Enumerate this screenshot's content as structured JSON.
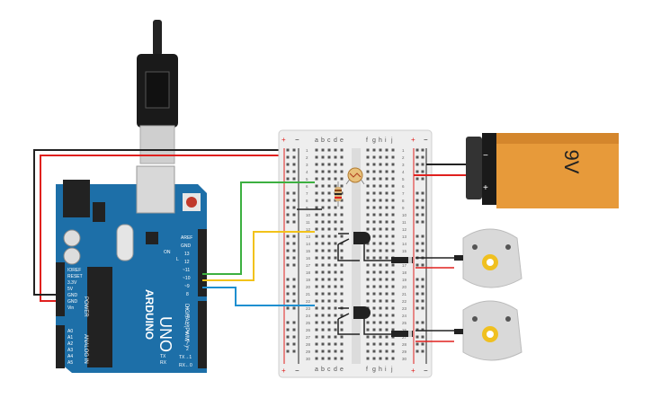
{
  "battery": {
    "label": "9V",
    "minus": "−",
    "plus": "+"
  },
  "arduino": {
    "brand": "ARDUINO",
    "model": "UNO",
    "power_header_title": "POWER",
    "analog_header_title": "ANALOG IN",
    "digital_header_title": "DIGITAL (PWM ~)",
    "on_label": "ON",
    "tx_label": "TX",
    "rx_label": "RX",
    "l_label": "L",
    "power_pins": [
      "IOREF",
      "RESET",
      "3.3V",
      "5V",
      "GND",
      "GND",
      "Vin"
    ],
    "analog_pins": [
      "A0",
      "A1",
      "A2",
      "A3",
      "A4",
      "A5"
    ],
    "digital_pins_top": [
      "AREF",
      "GND",
      "13",
      "12",
      "~11",
      "~10",
      "~9",
      "8"
    ],
    "digital_pins_bottom": [
      "7",
      "~6",
      "~5",
      "4",
      "~3",
      "2",
      "TX→1",
      "RX←0"
    ]
  },
  "breadboard": {
    "rail_minus": "−",
    "rail_plus": "+",
    "columns_left": [
      "a",
      "b",
      "c",
      "d",
      "e"
    ],
    "columns_right": [
      "f",
      "g",
      "h",
      "i",
      "j"
    ],
    "row_numbers": [
      "1",
      "2",
      "3",
      "4",
      "5",
      "6",
      "7",
      "8",
      "9",
      "10",
      "11",
      "12",
      "13",
      "14",
      "15",
      "16",
      "17",
      "18",
      "19",
      "20",
      "21",
      "22",
      "23",
      "24",
      "25",
      "26",
      "27",
      "28",
      "29",
      "30"
    ]
  },
  "colors": {
    "wire_red": "#e0201e",
    "wire_black": "#222222",
    "wire_green": "#3cb040",
    "wire_yellow": "#f2c21a",
    "wire_blue": "#1e8fd0",
    "arduino_board": "#1d6fa8",
    "battery_orange": "#e79a3a"
  }
}
